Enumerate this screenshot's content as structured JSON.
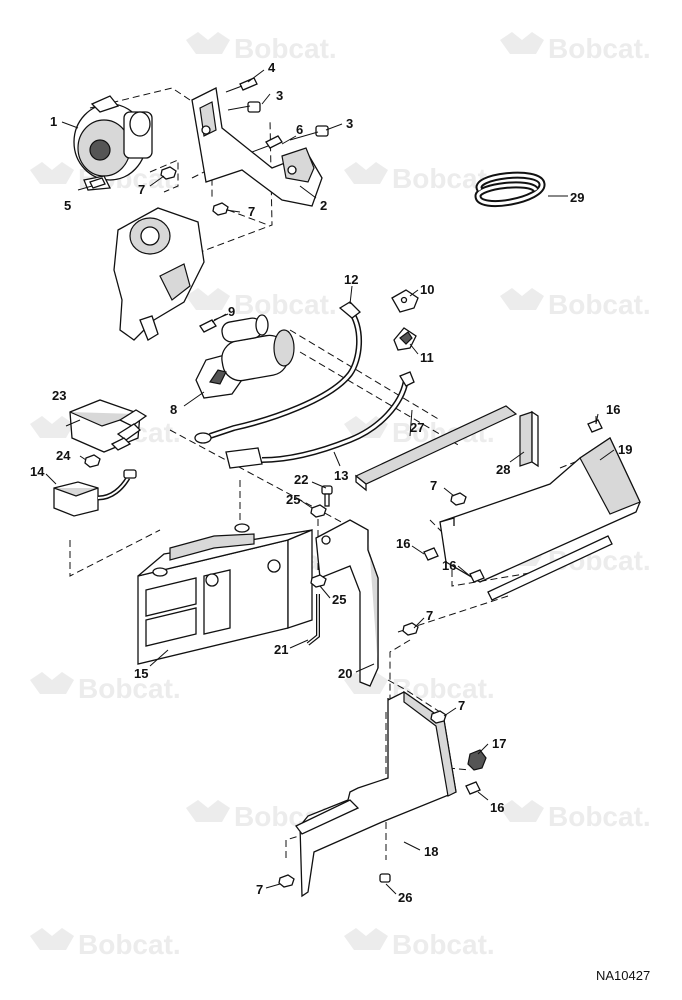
{
  "watermark": {
    "text": "Bobcat."
  },
  "reference_code": "NA10427",
  "callouts": {
    "c1": "1",
    "c2": "2",
    "c3a": "3",
    "c3b": "3",
    "c4": "4",
    "c5": "5",
    "c6": "6",
    "c7a": "7",
    "c7b": "7",
    "c7c": "7",
    "c7d": "7",
    "c7e": "7",
    "c7f": "7",
    "c8": "8",
    "c9": "9",
    "c10": "10",
    "c11": "11",
    "c12": "12",
    "c13": "13",
    "c14": "14",
    "c15": "15",
    "c16a": "16",
    "c16b": "16",
    "c16c": "16",
    "c16d": "16",
    "c17": "17",
    "c18": "18",
    "c19": "19",
    "c20": "20",
    "c21": "21",
    "c22": "22",
    "c23": "23",
    "c24": "24",
    "c25a": "25",
    "c25b": "25",
    "c26": "26",
    "c27": "27",
    "c28": "28",
    "c29": "29"
  }
}
